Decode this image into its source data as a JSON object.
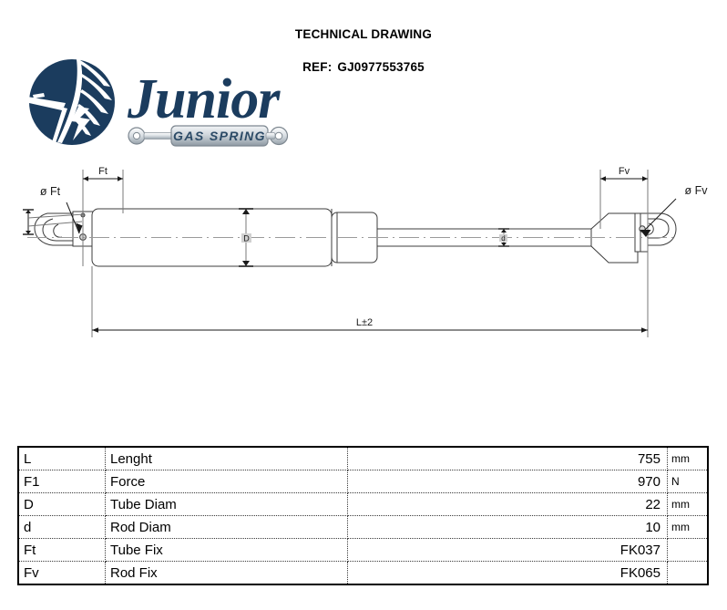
{
  "header": {
    "title": "TECHNICAL DRAWING",
    "ref_label": "REF:",
    "ref_value": "GJ0977553765"
  },
  "logo": {
    "brand": "Junior",
    "tagline": "GAS SPRING",
    "emblem_icon": "winged-emblem-icon",
    "colors": {
      "navy": "#1b3c5e",
      "navy_dark": "#12293f",
      "silver_light": "#e9ecee",
      "silver_dark": "#9aa4ac"
    }
  },
  "drawing": {
    "name": "gas-spring-technical-drawing",
    "dimensions": {
      "tube_fix_length": "Ft",
      "tube_fix_diam": "ø Ft",
      "rod_fix_length": "Fv",
      "rod_fix_diam": "ø Fv",
      "tube_diam": "D",
      "rod_diam": "d",
      "overall_length": "L±2"
    },
    "line_color": "#3c3c3c"
  },
  "spec_table": {
    "columns": [
      "symbol",
      "description",
      "value",
      "unit"
    ],
    "rows": [
      {
        "symbol": "L",
        "description": "Lenght",
        "value": "755",
        "unit": "mm"
      },
      {
        "symbol": "F1",
        "description": "Force",
        "value": "970",
        "unit": "N"
      },
      {
        "symbol": "D",
        "description": "Tube Diam",
        "value": "22",
        "unit": "mm"
      },
      {
        "symbol": "d",
        "description": "Rod Diam",
        "value": "10",
        "unit": "mm"
      },
      {
        "symbol": "Ft",
        "description": "Tube Fix",
        "value": "FK037",
        "unit": ""
      },
      {
        "symbol": "Fv",
        "description": "Rod Fix",
        "value": "FK065",
        "unit": ""
      }
    ]
  }
}
